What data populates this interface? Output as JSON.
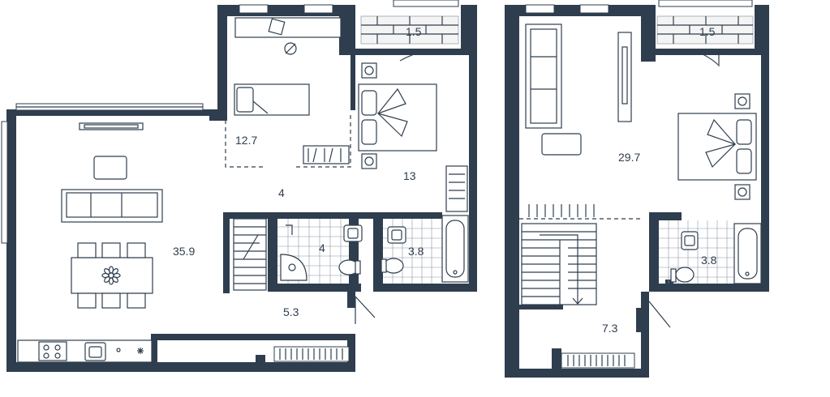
{
  "rooms": {
    "living_kitchen": "35.9",
    "bedroom_small": "12.7",
    "hall": "4",
    "bedroom_left": "13",
    "balcony_left": "1.5",
    "bath_left": "4",
    "bath_left_2": "3.8",
    "entrance": "5.3",
    "upper_living": "29.7",
    "balcony_right": "1.5",
    "bath_right": "3.8",
    "upper_hall": "7.3"
  },
  "icons": [
    "flower-icon",
    "ventilation-icon",
    "sink-icon",
    "toilet-icon",
    "bathtub-icon",
    "stove-icon",
    "bed-icon",
    "sofa-icon",
    "desk-icon",
    "armchair-icon"
  ],
  "colors": {
    "walls": "#2f3e4e",
    "background": "#ffffff",
    "tiles": "#8a96a3"
  }
}
